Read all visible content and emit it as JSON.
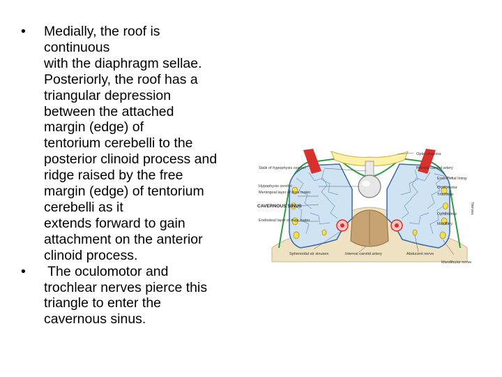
{
  "bullet_symbol": "•",
  "bullets": [
    {
      "lines": [
        "Medially, the roof is",
        "continuous",
        "with the diaphragm sellae.",
        "Posteriorly, the roof has a",
        "triangular depression",
        "between the attached",
        "margin (edge) of",
        "tentorium cerebelli to the",
        "posterior clinoid process and",
        "ridge raised by the free",
        "margin (edge) of tentorium",
        "cerebelli as it",
        "extends forward to gain",
        "attachment on the anterior",
        "clinoid process."
      ]
    },
    {
      "lines": [
        " The oculomotor and",
        "trochlear nerves pierce this",
        "triangle to enter the",
        "cavernous sinus."
      ]
    }
  ],
  "figure": {
    "labels": {
      "optic_chiasma": "Optic chiasma",
      "stalk": "Stalk of hypophysis cerebri",
      "internal_carotid_top": "Internal carotid artery",
      "endothelial_lining": "Endothelial lining",
      "hypophysis": "Hypophysis cerebri",
      "meningeal_layer": "Meningeal layer of dura mater",
      "oculomotor": "Oculomotor",
      "trochlear": "Trochlear",
      "cavernous_sinus": "CAVERNOUS SINUS",
      "nerves": "Nerves",
      "ophthalmic": "Ophthalmic",
      "maxillary": "Maxillary",
      "endosteal_layer": "Endosteal layer of dura mater",
      "sphenoidal": "Sphenoidal air sinuses",
      "internal_carotid_bottom": "Internal carotid artery",
      "abducent": "Abducent nerve",
      "mandibular": "Mandibular nerve"
    }
  }
}
